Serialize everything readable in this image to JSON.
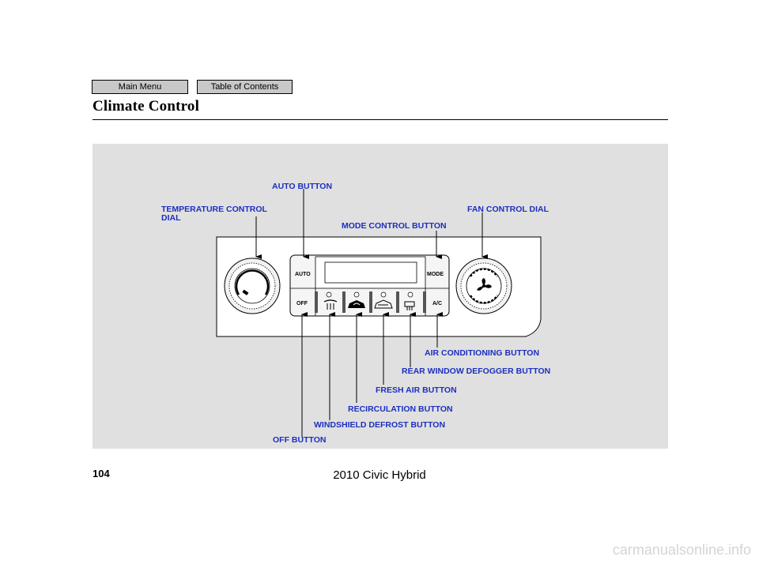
{
  "nav": {
    "main_menu": "Main Menu",
    "table_of_contents": "Table of Contents"
  },
  "page": {
    "title": "Climate Control",
    "number": "104",
    "footer": "2010 Civic Hybrid",
    "watermark": "carmanualsonline.info"
  },
  "figure": {
    "labels": {
      "temperature_dial_line1": "TEMPERATURE CONTROL",
      "temperature_dial_line2": "DIAL",
      "auto_button": "AUTO BUTTON",
      "mode_control_button": "MODE CONTROL BUTTON",
      "fan_control_dial": "FAN CONTROL DIAL",
      "air_conditioning_button": "AIR CONDITIONING BUTTON",
      "rear_window_defogger_button": "REAR WINDOW DEFOGGER BUTTON",
      "fresh_air_button": "FRESH AIR BUTTON",
      "recirculation_button": "RECIRCULATION BUTTON",
      "windshield_defrost_button": "WINDSHIELD DEFROST BUTTON",
      "off_button": "OFF BUTTON"
    },
    "panel": {
      "auto": "AUTO",
      "mode": "MODE",
      "off": "OFF",
      "ac": "A/C"
    },
    "colors": {
      "label": "#1c2fbf",
      "background": "#e0e0e0"
    }
  }
}
